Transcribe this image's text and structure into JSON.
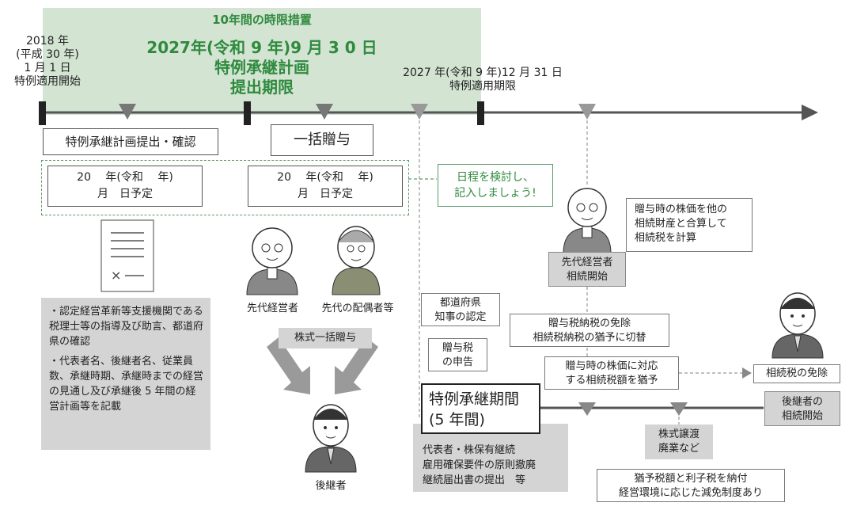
{
  "band": {
    "title": "10年間の時限措置",
    "deadline_line1": "2027年(令和 9 年)9 月 3 0 日",
    "deadline_line2": "特例承継計画",
    "deadline_line3": "提出期限"
  },
  "timeline": {
    "start_line1": "2018 年",
    "start_line2": "(平成 30 年)",
    "start_line3": "1 月 1 日",
    "start_line4": "特例適用開始",
    "end_line1": "2027 年(令和 9 年)12 月 31 日",
    "end_line2": "特例適用期限"
  },
  "boxes": {
    "plan_submit": "特例承継計画提出・確認",
    "lump_gift": "一括贈与",
    "date_a_line1": "20　 年(令和　 年)",
    "date_a_line2": "月　日予定",
    "date_b_line1": "20　 年(令和　 年)",
    "date_b_line2": "月　日予定",
    "schedule_note_line1": "日程を検討し、",
    "schedule_note_line2": "記入しましょう!"
  },
  "document_icon": {
    "mark": "× —"
  },
  "requirements": {
    "item1": "・認定経営革新等支援機関である税理士等の指導及び助言、都道府県の確認",
    "item2": "・代表者名、後継者名、従業員数、承継時期、承継時までの経営の見通し及び承継後 5 年間の経営計画等を記載"
  },
  "people": {
    "predecessor": "先代経営者",
    "spouse": "先代の配偶者等",
    "successor": "後継者",
    "stock_gift": "株式一括贈与"
  },
  "process": {
    "pref_line1": "都道府県",
    "pref_line2": "知事の認定",
    "gift_tax_line1": "贈与税",
    "gift_tax_line2": "の申告",
    "period_line1": "特例承継期間",
    "period_line2": "(5 年間)",
    "period_req_line1": "代表者・株保有継続",
    "period_req_line2": "雇用確保要件の原則撤廃",
    "period_req_line3": "継続届出書の提出　等"
  },
  "right": {
    "inherit_calc_line1": "贈与時の株価を他の",
    "inherit_calc_line2": "相続財産と合算して",
    "inherit_calc_line3": "相続税を計算",
    "pred_start_line1": "先代経営者",
    "pred_start_line2": "相続開始",
    "exempt_switch_line1": "贈与税納税の免除",
    "exempt_switch_line2": "相続税納税の猶予に切替",
    "defer_line1": "贈与時の株価に対応",
    "defer_line2": "する相続税額を猶予",
    "inherit_exempt": "相続税の免除",
    "succ_start_line1": "後継者の",
    "succ_start_line2": "相続開始",
    "transfer_line1": "株式譲渡",
    "transfer_line2": "廃業など",
    "reduction_line1": "猶予税額と利子税を納付",
    "reduction_line2": "経営環境に応じた減免制度あり"
  },
  "colors": {
    "accent_green": "#2f8a3e",
    "band": "#d3e4d3",
    "gray": "#d4d4d4"
  }
}
